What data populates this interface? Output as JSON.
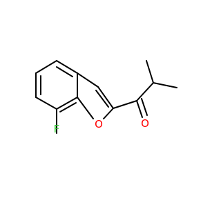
{
  "molecule": {
    "atoms": {
      "fluorine": {
        "label": "F",
        "color": "#33cc33"
      },
      "ring_oxygen": {
        "label": "O",
        "color": "#ff0000"
      },
      "carbonyl_oxygen": {
        "label": "O",
        "color": "#ff0000"
      }
    },
    "bond_color": "#000000"
  }
}
